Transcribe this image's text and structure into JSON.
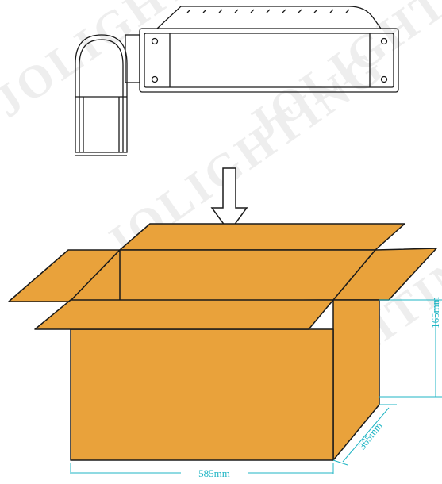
{
  "watermark": {
    "text": "JOLIGHTING"
  },
  "dimensions": {
    "length": "585mm",
    "width": "365mm",
    "height": "165mm"
  },
  "colors": {
    "box_fill": "#e9a23b",
    "outline": "#1a1a1a",
    "dimension_line": "#1fb5c4",
    "watermark": "#eeeeee"
  },
  "icons": {
    "fixture": "street-light-fixture",
    "arrow": "down-arrow-icon",
    "box": "open-cardboard-box"
  }
}
